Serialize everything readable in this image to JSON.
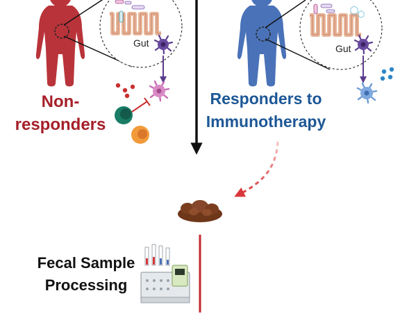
{
  "labels": {
    "non_responders": [
      "Non-",
      "responders"
    ],
    "responders": [
      "Responders to",
      "Immunotherapy"
    ],
    "gut_left": "Gut",
    "gut_right": "Gut",
    "fecal_processing": [
      "Fecal Sample",
      "Processing"
    ]
  },
  "colors": {
    "non_responder": "#a6202a",
    "responder": "#1d5796",
    "body_red": "#b8343a",
    "body_blue": "#4a72b8",
    "arrow_red": "#d9373a",
    "feces": "#7a3e1f",
    "line_red": "#c0272d"
  },
  "icons": {
    "left_body": "human-body-icon",
    "right_body": "human-body-icon",
    "feces": "stool-sample-icon",
    "machine": "lab-processing-machine-icon"
  }
}
